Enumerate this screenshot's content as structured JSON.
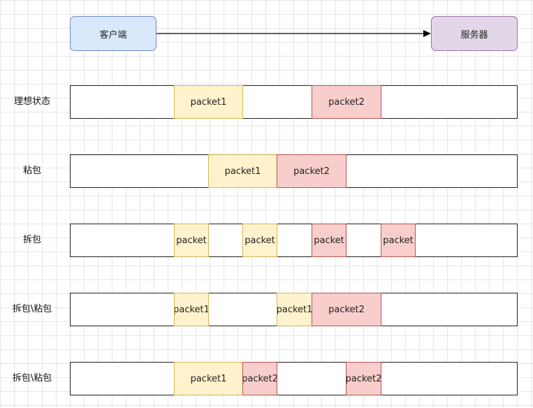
{
  "endpoints": {
    "client": {
      "label": "客户端",
      "fill": "#dae8fc",
      "stroke": "#6c8ebf"
    },
    "server": {
      "label": "服务器",
      "fill": "#e1d5e7",
      "stroke": "#9673a6"
    }
  },
  "colors": {
    "packet1_fill": "#fff2cc",
    "packet1_stroke": "#d6b656",
    "packet2_fill": "#f8cecc",
    "packet2_stroke": "#b85450",
    "track_stroke": "#222222",
    "arrow": "#000000"
  },
  "rows": [
    {
      "label": "理想状态",
      "segments": [
        {
          "label": "packet1",
          "packet": 1,
          "start": 0.233,
          "end": 0.386
        },
        {
          "label": "packet2",
          "packet": 2,
          "start": 0.54,
          "end": 0.694
        }
      ]
    },
    {
      "label": "粘包",
      "segments": [
        {
          "label": "packet1",
          "packet": 1,
          "start": 0.309,
          "end": 0.462
        },
        {
          "label": "packet2",
          "packet": 2,
          "start": 0.462,
          "end": 0.616
        }
      ]
    },
    {
      "label": "拆包",
      "segments": [
        {
          "label": "packet",
          "packet": 1,
          "start": 0.233,
          "end": 0.309
        },
        {
          "label": "packet",
          "packet": 1,
          "start": 0.386,
          "end": 0.462
        },
        {
          "label": "packet",
          "packet": 2,
          "start": 0.54,
          "end": 0.616
        },
        {
          "label": "packet",
          "packet": 2,
          "start": 0.694,
          "end": 0.77
        }
      ]
    },
    {
      "label": "拆包\\粘包",
      "segments": [
        {
          "label": "packet1",
          "packet": 1,
          "start": 0.233,
          "end": 0.309
        },
        {
          "label": "packet1",
          "packet": 1,
          "start": 0.462,
          "end": 0.54
        },
        {
          "label": "packet2",
          "packet": 2,
          "start": 0.54,
          "end": 0.694
        }
      ]
    },
    {
      "label": "拆包\\粘包",
      "segments": [
        {
          "label": "packet1",
          "packet": 1,
          "start": 0.233,
          "end": 0.386
        },
        {
          "label": "packet2",
          "packet": 2,
          "start": 0.386,
          "end": 0.462
        },
        {
          "label": "packet2",
          "packet": 2,
          "start": 0.616,
          "end": 0.694
        }
      ]
    }
  ]
}
